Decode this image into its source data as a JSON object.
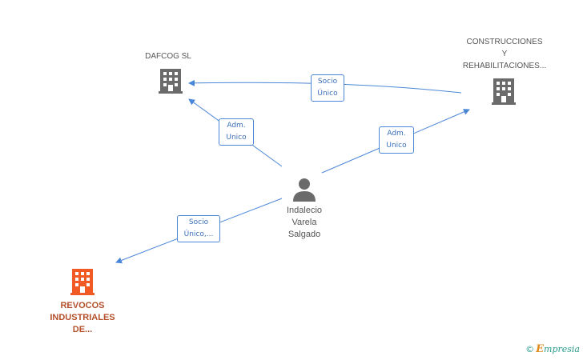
{
  "nodes": {
    "dafcog": {
      "label": "DAFCOG SL",
      "icon": "building-icon",
      "color": "#6b6b6b"
    },
    "construcciones": {
      "label_lines": [
        "CONSTRUCCIONES",
        "Y",
        "REHABILITACIONES..."
      ],
      "icon": "building-icon",
      "color": "#6b6b6b"
    },
    "person": {
      "label_lines": [
        "Indalecio",
        "Varela",
        "Salgado"
      ],
      "icon": "person-icon",
      "color": "#6b6b6b"
    },
    "revocos": {
      "label_lines": [
        "REVOCOS",
        "INDUSTRIALES",
        "DE..."
      ],
      "icon": "building-icon",
      "color": "#f15a24"
    }
  },
  "edges": {
    "construcciones_dafcog": [
      "Socio",
      "Único"
    ],
    "person_dafcog": [
      "Adm.",
      "Unico"
    ],
    "person_construcciones": [
      "Adm.",
      "Unico"
    ],
    "person_revocos": [
      "Socio",
      "Único,..."
    ]
  },
  "colors": {
    "edge": "#4a86d8",
    "edge_text": "#3a6fb8",
    "brand": "#2a9b8a",
    "brand_accent": "#e08a1a"
  },
  "footer": {
    "copyright": "©",
    "brand_first": "E",
    "brand_rest": "mpresia"
  }
}
